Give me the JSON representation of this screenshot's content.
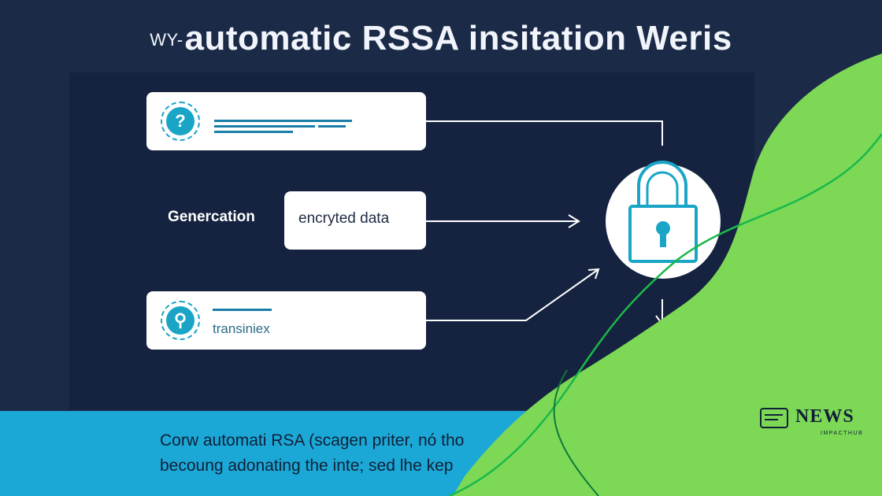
{
  "title": {
    "prefix": "WY-",
    "main": "automatic RSSA insitation Weris"
  },
  "diagram": {
    "label_generation": "Genercation",
    "box_encrypted": "encryted data",
    "box_transmit": "transiniex",
    "icon_top": "question-icon",
    "icon_bottom": "key-icon",
    "center_icon": "padlock-icon"
  },
  "footer": {
    "line1": "Corw automati RSA (scagen priter, nó tho",
    "line2": "becoung adonating the inte; sed lhe kep"
  },
  "brand": {
    "name": "NEWS",
    "tagline": "IMPACTHUB"
  },
  "colors": {
    "background": "#1b2a47",
    "band": "#1ba8d6",
    "green": "#7dd856",
    "accent": "#1aa5c7"
  }
}
